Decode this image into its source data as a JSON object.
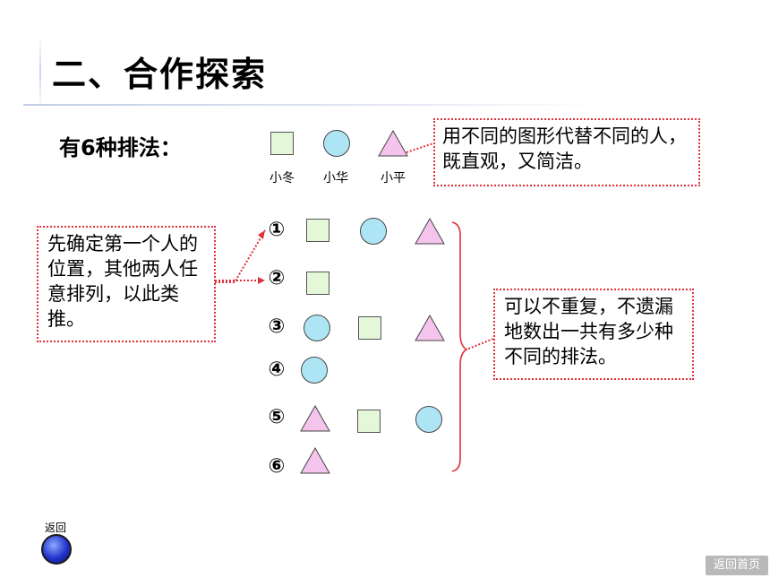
{
  "title": "二、合作探索",
  "subtitle": "有6种排法：",
  "legend": [
    {
      "shape": "square",
      "label": "小冬"
    },
    {
      "shape": "circle",
      "label": "小华"
    },
    {
      "shape": "triangle",
      "label": "小平"
    }
  ],
  "callouts": {
    "top": "用不同的图形代替不同的人，既直观，又简洁。",
    "left": "先确定第一个人的位置，其他两人任意排列，以此类推。",
    "right": "可以不重复，不遗漏地数出一共有多少种不同的排法。"
  },
  "rows": [
    {
      "label": "①",
      "shapes": [
        "square",
        "circle",
        "triangle"
      ]
    },
    {
      "label": "②",
      "shapes": [
        "square"
      ]
    },
    {
      "label": "③",
      "shapes": [
        "circle",
        "square",
        "triangle"
      ]
    },
    {
      "label": "④",
      "shapes": [
        "circle"
      ]
    },
    {
      "label": "⑤",
      "shapes": [
        "triangle",
        "square",
        "circle"
      ]
    },
    {
      "label": "⑥",
      "shapes": [
        "triangle"
      ]
    }
  ],
  "nav": {
    "back_label": "返回",
    "home_label": "返回首页"
  },
  "colors": {
    "square_fill": "#e4f7d9",
    "circle_fill": "#aee5f5",
    "triangle_fill": "#f4c4ec",
    "callout_border": "#e0303a"
  }
}
